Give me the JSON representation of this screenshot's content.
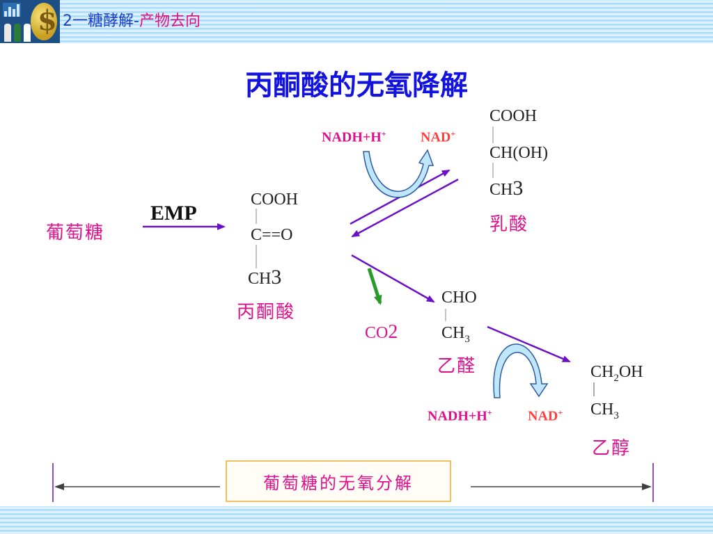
{
  "header": {
    "title_part1": "2一糖酵解-",
    "title_part2": "产物去向"
  },
  "title": "丙酮酸的无氧降解",
  "glucose": "葡萄糖",
  "emp": "EMP",
  "pyruvate": {
    "line1": "COOH",
    "line2": "C==O",
    "line3_main": "CH",
    "line3_sub": "3",
    "name": "丙酮酸"
  },
  "lactate": {
    "line1": "COOH",
    "line2": "CH(OH)",
    "line3_main": "CH",
    "line3_sub": "3",
    "name": "乳酸"
  },
  "cofactor_top": {
    "nadh": "NADH+H",
    "nadh_sup": "+",
    "nad": "NAD",
    "nad_sup": "+"
  },
  "co2": {
    "main": "CO",
    "sub": "2"
  },
  "acetaldehyde": {
    "line1": "CHO",
    "line2_main": "CH",
    "line2_sub": "3",
    "name": "乙醛"
  },
  "ethanol": {
    "line1_main": "CH",
    "line1_sub": "2",
    "line1_end": "OH",
    "line2_main": "CH",
    "line2_sub": "3",
    "name": "乙醇"
  },
  "cofactor_bottom": {
    "nadh": "NADH+H",
    "nadh_sup": "+",
    "nad": "NAD",
    "nad_sup": "+"
  },
  "bottom_label": "葡萄糖的无氧分解",
  "colors": {
    "title": "#1313e0",
    "label_magenta": "#e0108c",
    "nad_red": "#ff4040",
    "arrow_purple": "#6a10c8",
    "arrow_green": "#2a9a2a",
    "curved_arrow_fill": "#bfe6fb"
  }
}
